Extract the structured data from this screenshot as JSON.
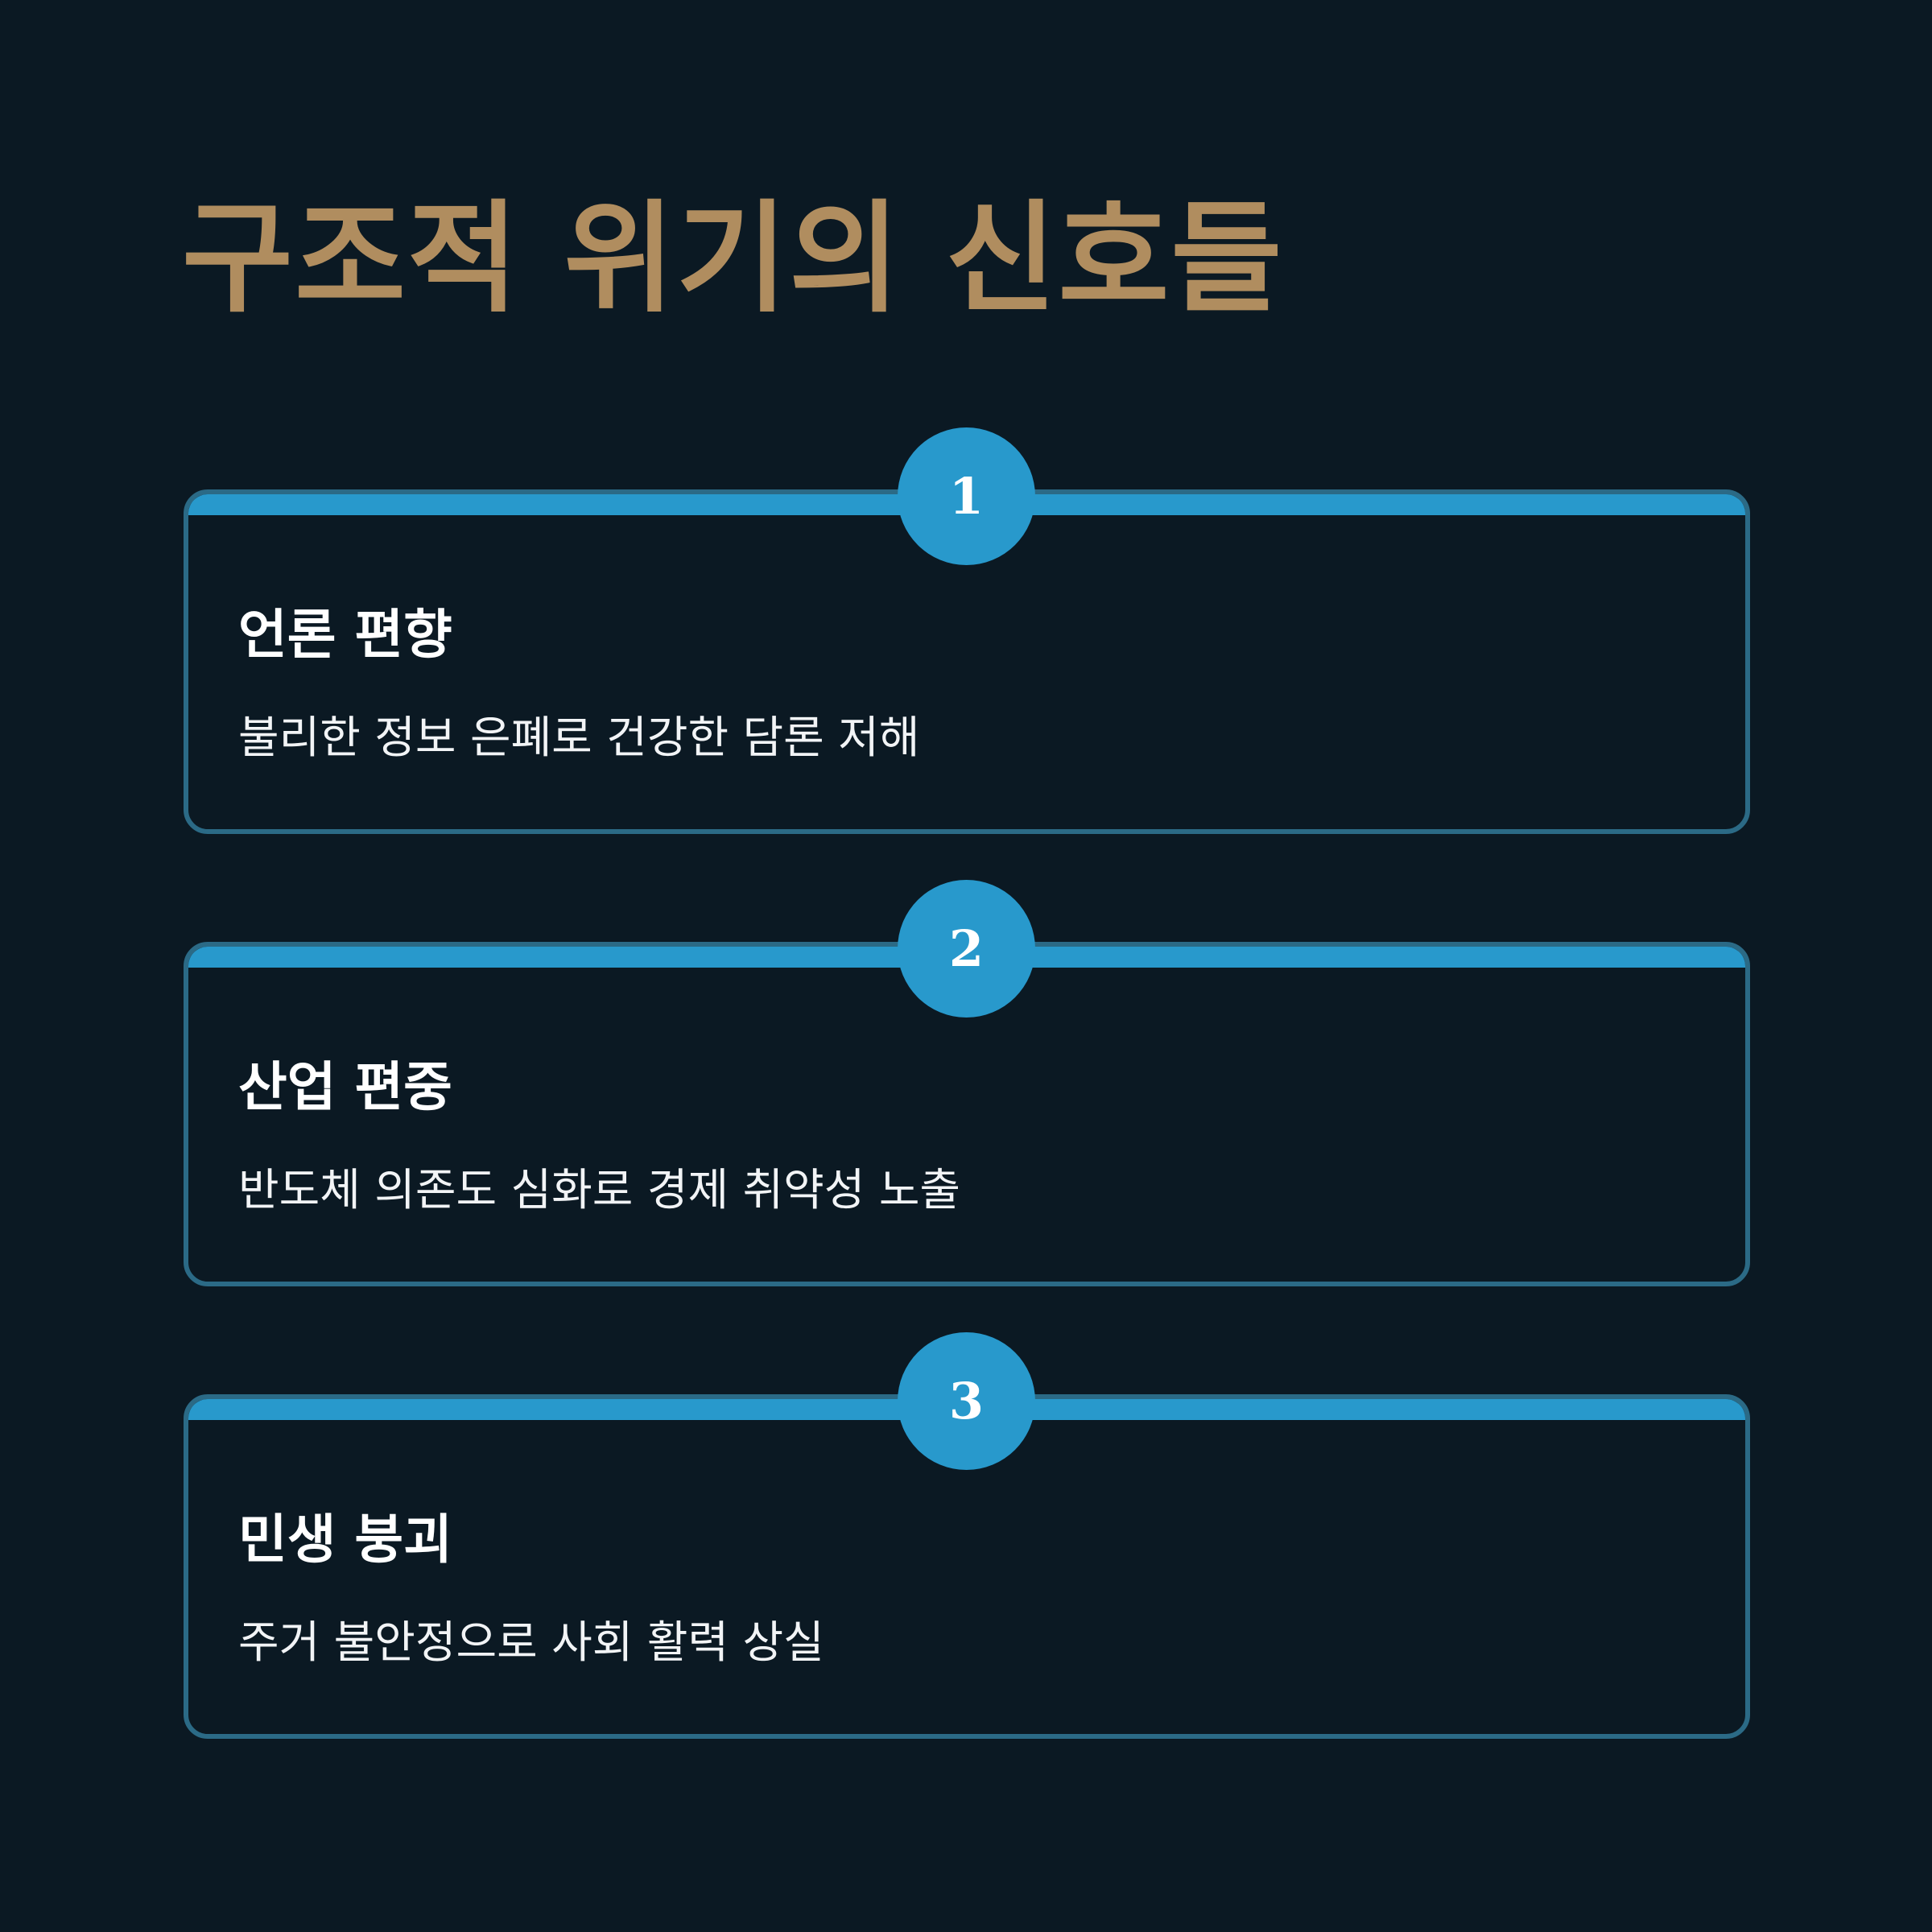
{
  "title": "구조적 위기의 신호들",
  "cards": [
    {
      "number": "1",
      "heading": "언론 편향",
      "description": "불리한 정보 은폐로 건강한 담론 저해"
    },
    {
      "number": "2",
      "heading": "산업 편중",
      "description": "반도체 의존도 심화로 경제 취약성 노출"
    },
    {
      "number": "3",
      "heading": "민생 붕괴",
      "description": "주거 불안정으로 사회 활력 상실"
    }
  ],
  "colors": {
    "background": "#0b1923",
    "title": "#b08d5f",
    "accent": "#2899cc",
    "card_border": "#2b6a86",
    "text": "#ffffff"
  }
}
